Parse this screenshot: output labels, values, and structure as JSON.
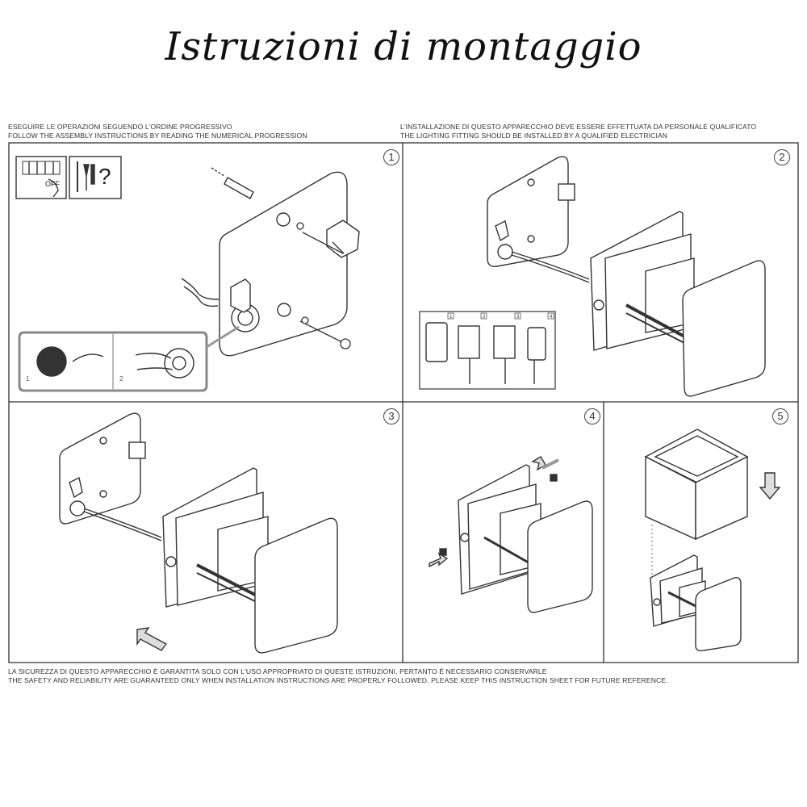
{
  "title": "Istruzioni di montaggio",
  "header_left": {
    "line1": "ESEGUIRE LE OPERAZIONI SEGUENDO L'ORDINE PROGRESSIVO",
    "line2": "FOLLOW THE ASSEMBLY INSTRUCTIONS BY READING THE NUMERICAL PROGRESSION"
  },
  "header_right": {
    "line1": "L'INSTALLAZIONE DI QUESTO APPARECCHIO DEVE ESSERE EFFETTUATA DA PERSONALE QUALIFICATO",
    "line2": "THE LIGHTING FITTING SHOULD BE INSTALLED BY A QUALIFIED ELECTRICIAN"
  },
  "steps": [
    "1",
    "2",
    "3",
    "4",
    "5"
  ],
  "power_switch_label": "OFF",
  "tools_question": "?",
  "detail_labels": [
    "1",
    "2"
  ],
  "wiring_steps": [
    "1",
    "2",
    "3",
    "4"
  ],
  "footer": {
    "line1": "LA SICUREZZA DI QUESTO APPARECCHIO È GARANTITA SOLO CON L'USO APPROPRIATO DI QUESTE ISTRUZIONI, PERTANTO È NECESSARIO CONSERVARLE",
    "line2": "THE SAFETY AND RELIABILITY ARE GUARANTEED ONLY WHEN INSTALLATION INSTRUCTIONS ARE PROPERLY FOLLOWED. PLEASE KEEP THIS INSTRUCTION SHEET FOR FUTURE REFERENCE."
  }
}
